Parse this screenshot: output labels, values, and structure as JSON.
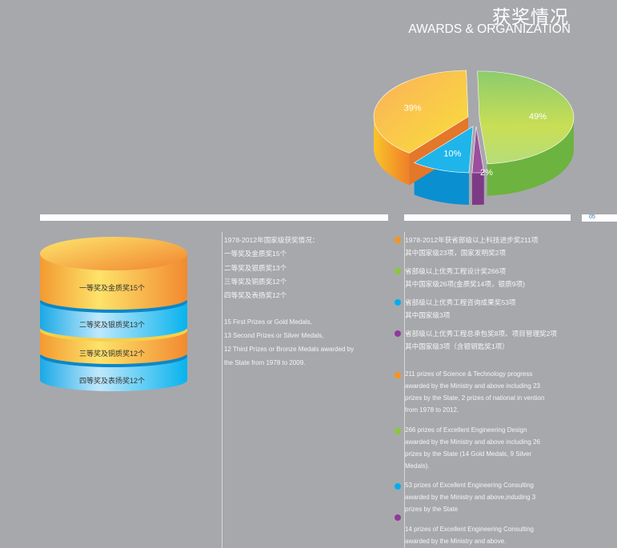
{
  "header": {
    "title_cn": "获奖情况",
    "title_en": "AWARDS & ORGANIZATION",
    "page_number": "05"
  },
  "chart_data": {
    "type": "pie",
    "slices": [
      {
        "label": "49%",
        "value": 49,
        "color": "#8cc63f",
        "side": "#6db33f"
      },
      {
        "label": "2%",
        "value": 2,
        "color": "#9b4f9e",
        "side": "#7d3a85"
      },
      {
        "label": "10%",
        "value": 10,
        "color": "#1fb5ea",
        "side": "#0a8fd0"
      },
      {
        "label": "39%",
        "value": 39,
        "color": "#fbb450",
        "side": "#f28c28"
      }
    ]
  },
  "stack": {
    "layers": [
      {
        "label": "一等奖及金质奖15个",
        "color": "orange"
      },
      {
        "label": "二等奖及银质奖13个",
        "color": "blue"
      },
      {
        "label": "三等奖及铜质奖12个",
        "color": "orange"
      },
      {
        "label": "四等奖及表扬奖12个",
        "color": "blue"
      }
    ]
  },
  "national": {
    "cn": [
      "1978-2012年国家级获奖情况：",
      "一等奖及金质奖15个",
      "二等奖及银质奖13个",
      "三等奖及铜质奖12个",
      "四等奖及表扬奖12个"
    ],
    "en": [
      "15 First Prizes or Gold Medals,",
      "13 Second Prizes or Silver Medals,",
      "12 Third Prizes or Bronze Medals awarded by",
      "the State from 1978 to 2009."
    ]
  },
  "ministry": {
    "cn": [
      [
        "1978-2012年获省部级以上科技进步奖211项",
        "其中国家级23项，国家发明奖2项"
      ],
      [
        "省部级以上优秀工程设计奖266项",
        "其中国家级26项(金质奖14项，银质9项)"
      ],
      [
        "省部级以上优秀工程咨询成果奖53项",
        "其中国家级3项"
      ],
      [
        "省部级以上优秀工程总承包奖8项、项目管理奖2项",
        "其中国家级3项（含银钥匙奖1项）"
      ]
    ],
    "en": [
      [
        "211 prizes of Science & Technology progress",
        "awarded by the Ministry and above including 23",
        "prizes by the State, 2 prizes of national in vention",
        "from 1978 to 2012."
      ],
      [
        "266 prizes of Excellent Engineering  Design",
        "awarded by the Ministry and above including 26",
        "prizes by the State (14 Gold Medals, 9 Silver",
        "Medals)."
      ],
      [
        "53 prizes of Excellent Engineering Consulting",
        "awarded by the Ministry and above,induding 3",
        "prizes by the State"
      ],
      [
        "14 prizes of Excellent Engineering Consulting",
        "awarded by the Ministry and above."
      ]
    ],
    "colors": [
      "#f7941d",
      "#8dc63f",
      "#00aeef",
      "#92399a"
    ]
  }
}
